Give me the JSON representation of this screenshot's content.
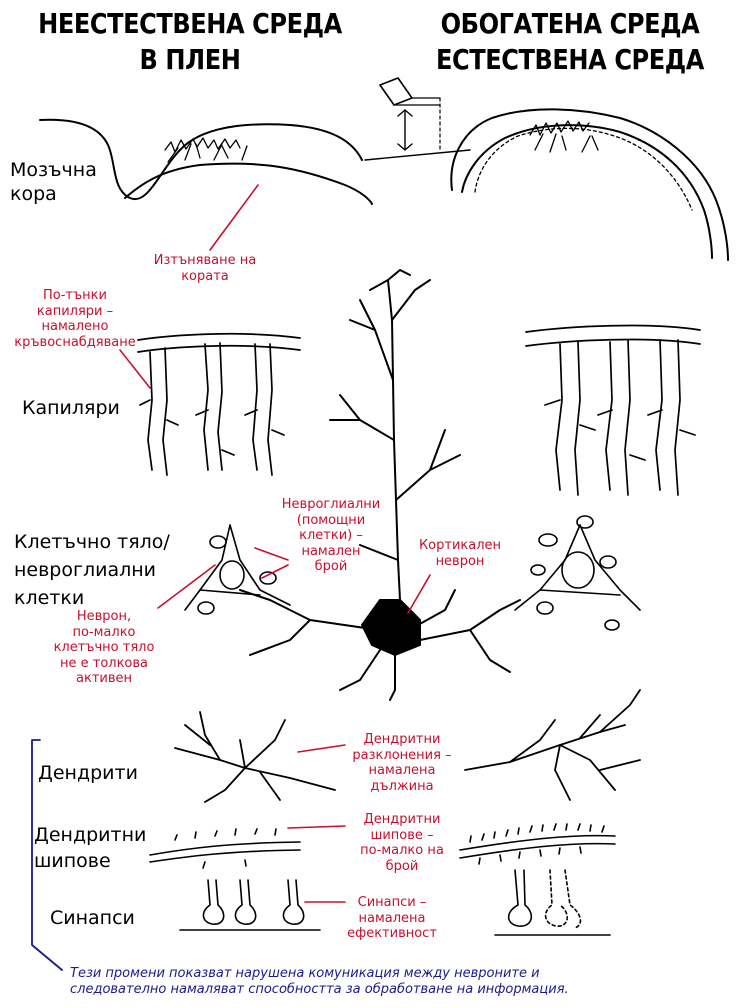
{
  "headers": {
    "left_line1": "НЕЕСТЕСТВЕНА СРЕДА",
    "left_line2": "В ПЛЕН",
    "right_line1": "ОБОГАТЕНА СРЕДА",
    "right_line2": "ЕСТЕСТВЕНА СРЕДА"
  },
  "labels": {
    "cortex_1": "Мозъчна",
    "cortex_2": "кора",
    "capillaries": "Капиляри",
    "cellbody_1": "Клетъчно тяло/",
    "cellbody_2": "невроглиални",
    "cellbody_3": "клетки",
    "dendrites": "Дендрити",
    "spines_1": "Дендритни",
    "spines_2": "шипове",
    "synapses": "Синапси"
  },
  "annotations": {
    "thinning_1": "Изтъняване на",
    "thinning_2": "кората",
    "capillary_1": "По-тънки",
    "capillary_2": "капиляри –",
    "capillary_3": "намалено",
    "capillary_4": "кръвоснабдяване",
    "glia_1": "Невроглиални",
    "glia_2": "(помощни",
    "glia_3": "клетки) –",
    "glia_4": "намален",
    "glia_5": "брой",
    "cortical_1": "Кортикален",
    "cortical_2": "неврон",
    "neuron_1": "Неврон,",
    "neuron_2": "по-малко",
    "neuron_3": "клетъчно тяло",
    "neuron_4": "не е толкова",
    "neuron_5": "активен",
    "branch_1": "Дендритни",
    "branch_2": "разклонения –",
    "branch_3": "намалена",
    "branch_4": "дължина",
    "spine_1": "Дендритни",
    "spine_2": "шипове –",
    "spine_3": "по-малко на",
    "spine_4": "брой",
    "syn_1": "Синапси –",
    "syn_2": "намалена",
    "syn_3": "ефективност"
  },
  "footer": {
    "line1": "Тези промени показват нарушена комуникация между невроните и",
    "line2": "следователно намаляват способността за обработване на информация."
  },
  "colors": {
    "annotation": "#c8102e",
    "footer": "#1a1a8c",
    "bracket": "#1a1a8c"
  }
}
